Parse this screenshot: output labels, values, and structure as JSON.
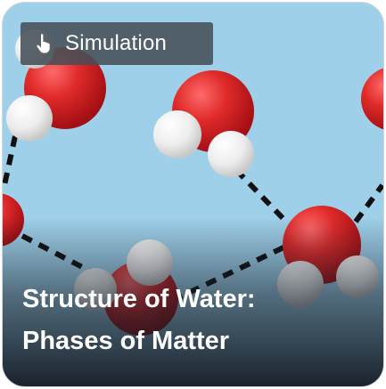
{
  "card": {
    "badge": {
      "icon": "pointer-hand-icon",
      "label": "Simulation"
    },
    "title_line1": "Structure of Water:",
    "title_line2": "Phases of Matter"
  },
  "colors": {
    "background": "#9fd0ea",
    "oxygen": "#d91f26",
    "hydrogen": "#f2f2f2",
    "bond": "#111111"
  }
}
